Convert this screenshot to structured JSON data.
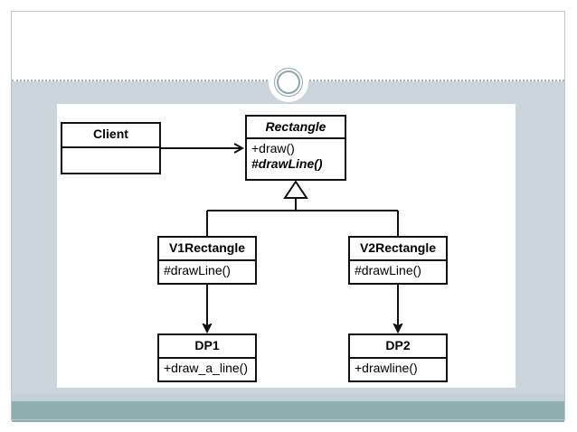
{
  "slide": {
    "decor": {
      "ring_icon": "double-ring-circle",
      "accent_color": "#8cb0b0",
      "band_color": "#ccd5dc",
      "rule_color": "#9fb4bd",
      "frame_color": "#b9c6cc"
    }
  },
  "diagram": {
    "type": "uml-class-diagram",
    "classes": [
      {
        "id": "client",
        "name": "Client",
        "abstract": false,
        "members": []
      },
      {
        "id": "rectangle",
        "name": "Rectangle",
        "abstract": true,
        "members": [
          {
            "text": "+draw()",
            "abstract": false
          },
          {
            "text": "#drawLine()",
            "abstract": true
          }
        ]
      },
      {
        "id": "v1rectangle",
        "name": "V1Rectangle",
        "abstract": false,
        "members": [
          {
            "text": "#drawLine()",
            "abstract": false
          }
        ]
      },
      {
        "id": "v2rectangle",
        "name": "V2Rectangle",
        "abstract": false,
        "members": [
          {
            "text": "#drawLine()",
            "abstract": false
          }
        ]
      },
      {
        "id": "dp1",
        "name": "DP1",
        "abstract": false,
        "members": [
          {
            "text": "+draw_a_line()",
            "abstract": false
          }
        ]
      },
      {
        "id": "dp2",
        "name": "DP2",
        "abstract": false,
        "members": [
          {
            "text": "+drawline()",
            "abstract": false
          }
        ]
      }
    ],
    "relations": [
      {
        "from": "client",
        "to": "rectangle",
        "kind": "association",
        "arrowhead": "open"
      },
      {
        "from": "v1rectangle",
        "to": "rectangle",
        "kind": "generalization",
        "arrowhead": "hollow-triangle"
      },
      {
        "from": "v2rectangle",
        "to": "rectangle",
        "kind": "generalization",
        "arrowhead": "hollow-triangle"
      },
      {
        "from": "v1rectangle",
        "to": "dp1",
        "kind": "dependency",
        "arrowhead": "solid"
      },
      {
        "from": "v2rectangle",
        "to": "dp2",
        "kind": "dependency",
        "arrowhead": "solid"
      }
    ]
  }
}
